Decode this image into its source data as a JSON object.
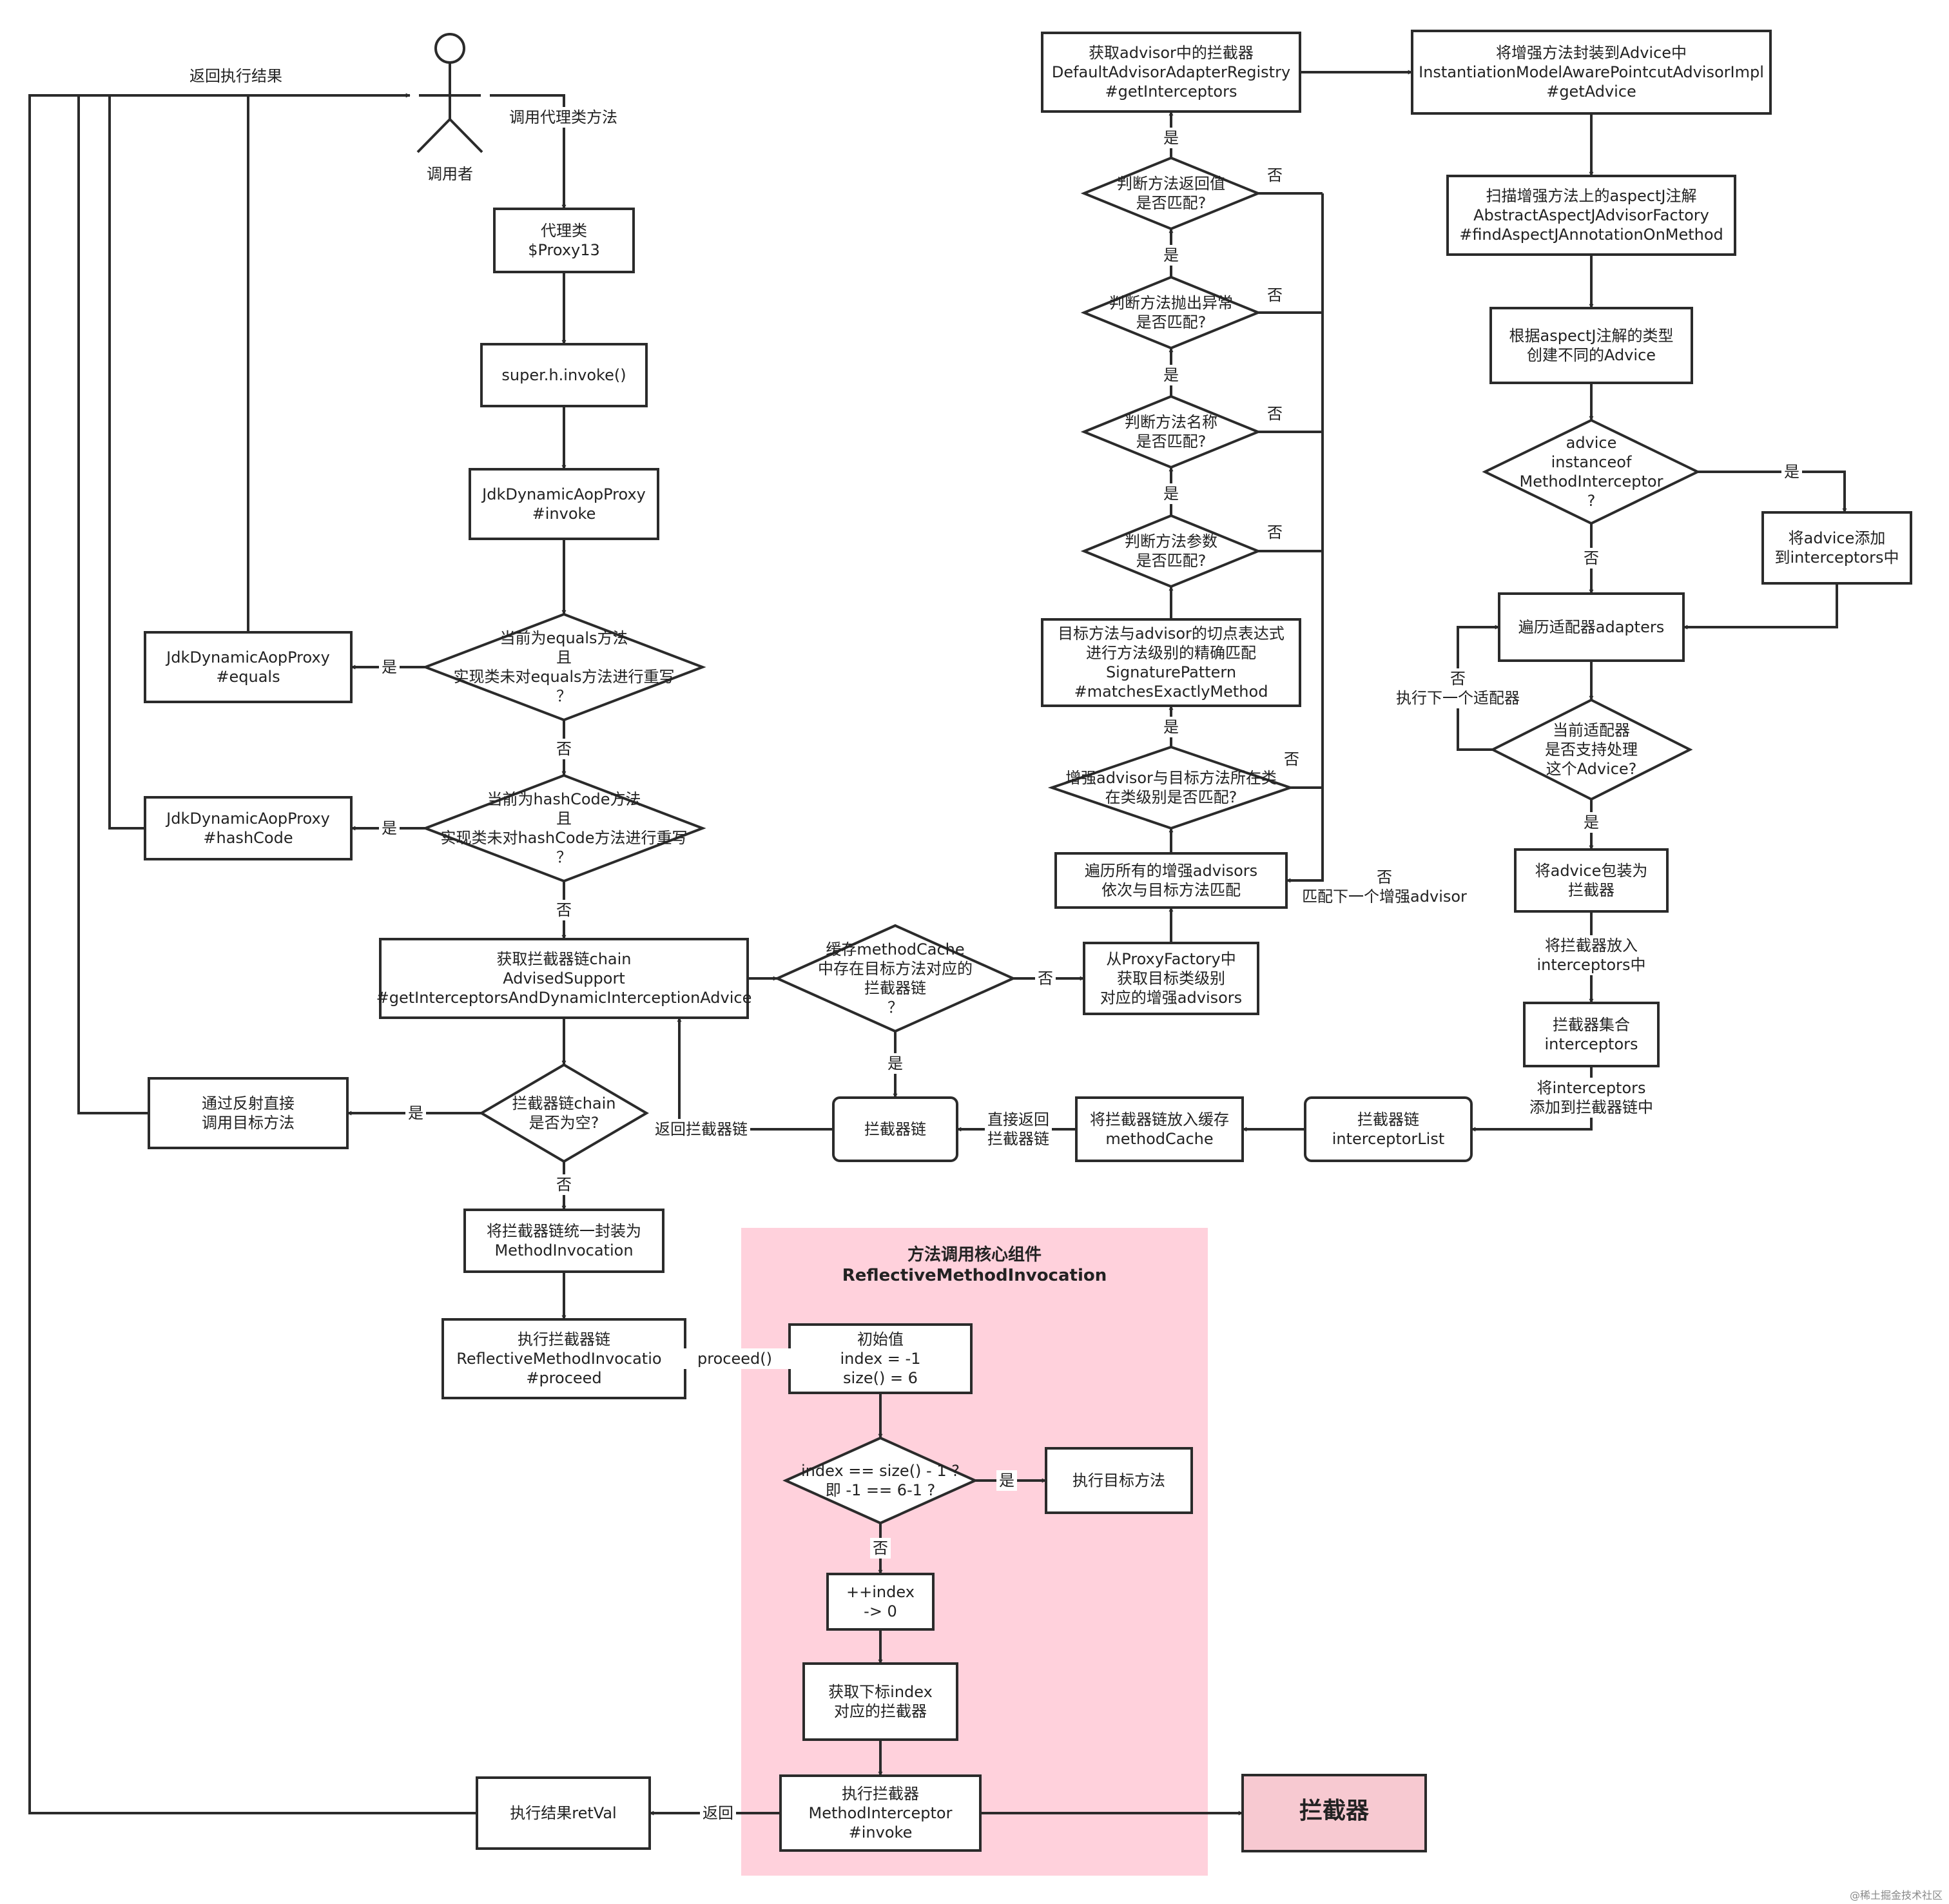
{
  "colors": {
    "line": "#2b2b2b",
    "panel": "#ffd1dc",
    "pink_node": "#f7c9d1",
    "text": "#222222"
  },
  "actor": {
    "label": "调用者"
  },
  "panel": {
    "title_1": "方法调用核心组件",
    "title_2": "ReflectiveMethodInvocation"
  },
  "nodes": {
    "proxy": [
      "代理类",
      "$Proxy13"
    ],
    "super_invoke": [
      "super.h.invoke()"
    ],
    "jdk_invoke": [
      "JdkDynamicAopProxy",
      "#invoke"
    ],
    "is_equals": [
      "当前为equals方法",
      "且",
      "实现类未对equals方法进行重写",
      "？"
    ],
    "jdk_equals": [
      "JdkDynamicAopProxy",
      "#equals"
    ],
    "is_hashcode": [
      "当前为hashCode方法",
      "且",
      "实现类未对hashCode方法进行重写",
      "？"
    ],
    "jdk_hashcode": [
      "JdkDynamicAopProxy",
      "#hashCode"
    ],
    "get_chain": [
      "获取拦截器链chain",
      "AdvisedSupport",
      "#getInterceptorsAndDynamicInterceptionAdvice"
    ],
    "chain_empty": [
      "拦截器链chain",
      "是否为空?"
    ],
    "reflect_direct": [
      "通过反射直接",
      "调用目标方法"
    ],
    "wrap_mi": [
      "将拦截器链统一封装为",
      "MethodInvocation"
    ],
    "exec_chain": [
      "执行拦截器链",
      "ReflectiveMethodInvocation",
      "#proceed"
    ],
    "cache_check": [
      "缓存methodCache",
      "中存在目标方法对应的",
      "拦截器链",
      "？"
    ],
    "chain_box": [
      "拦截器链"
    ],
    "from_factory": [
      "从ProxyFactory中",
      "获取目标类级别",
      "对应的增强advisors"
    ],
    "put_cache": [
      "将拦截器链放入缓存",
      "methodCache"
    ],
    "interceptor_list": [
      "拦截器链",
      "interceptorList"
    ],
    "traverse_advisors": [
      "遍历所有的增强advisors",
      "依次与目标方法匹配"
    ],
    "class_match": [
      "增强advisor与目标方法所在类",
      "在类级别是否匹配?"
    ],
    "exact_match": [
      "目标方法与advisor的切点表达式",
      "进行方法级别的精确匹配",
      "SignaturePattern",
      "#matchesExactlyMethod"
    ],
    "param_match": [
      "判断方法参数",
      "是否匹配?"
    ],
    "name_match": [
      "判断方法名称",
      "是否匹配?"
    ],
    "exc_match": [
      "判断方法抛出异常",
      "是否匹配?"
    ],
    "ret_match": [
      "判断方法返回值",
      "是否匹配?"
    ],
    "get_interceptors": [
      "获取advisor中的拦截器",
      "DefaultAdvisorAdapterRegistry",
      "#getInterceptors"
    ],
    "wrap_advice": [
      "将增强方法封装到Advice中",
      "InstantiationModelAwarePointcutAdvisorImpl",
      "#getAdvice"
    ],
    "scan_aspectj": [
      "扫描增强方法上的aspectJ注解",
      "AbstractAspectJAdvisorFactory",
      "#findAspectJAnnotationOnMethod"
    ],
    "create_advice": [
      "根据aspectJ注解的类型",
      "创建不同的Advice"
    ],
    "is_mi": [
      "advice",
      "instanceof",
      "MethodInterceptor",
      "?"
    ],
    "add_interceptors": [
      "将advice添加",
      "到interceptors中"
    ],
    "traverse_adapters": [
      "遍历适配器adapters"
    ],
    "adapter_support": [
      "当前适配器",
      "是否支持处理",
      "这个Advice?"
    ],
    "wrap_interceptor": [
      "将advice包装为",
      "拦截器"
    ],
    "interceptors_set": [
      "拦截器集合",
      "interceptors"
    ],
    "init_val": [
      "初始值",
      "index = -1",
      "size() = 6"
    ],
    "index_check": [
      "index == size() - 1 ?",
      "即 -1 == 6-1 ?"
    ],
    "exec_target": [
      "执行目标方法"
    ],
    "inc_index": [
      "++index",
      "-> 0"
    ],
    "get_by_index": [
      "获取下标index",
      "对应的拦截器"
    ],
    "exec_interceptor": [
      "执行拦截器",
      "MethodInterceptor",
      "#invoke"
    ],
    "result": [
      "执行结果retVal"
    ],
    "interceptor_big": [
      "拦截器"
    ]
  },
  "edge_labels": {
    "return_result": "返回执行结果",
    "call_proxy": "调用代理类方法",
    "yes": "是",
    "no": "否",
    "return_chain": "返回拦截器链",
    "direct_return": [
      "直接返回",
      "拦截器链"
    ],
    "next_advisor": [
      "否",
      "匹配下一个增强advisor"
    ],
    "next_adapter": [
      "否",
      "执行下一个适配器"
    ],
    "put_interceptors": [
      "将拦截器放入",
      "interceptors中"
    ],
    "add_to_chain": [
      "将interceptors",
      "添加到拦截器链中"
    ],
    "proceed": "proceed()",
    "return": "返回"
  },
  "watermark": "@稀土掘金技术社区"
}
